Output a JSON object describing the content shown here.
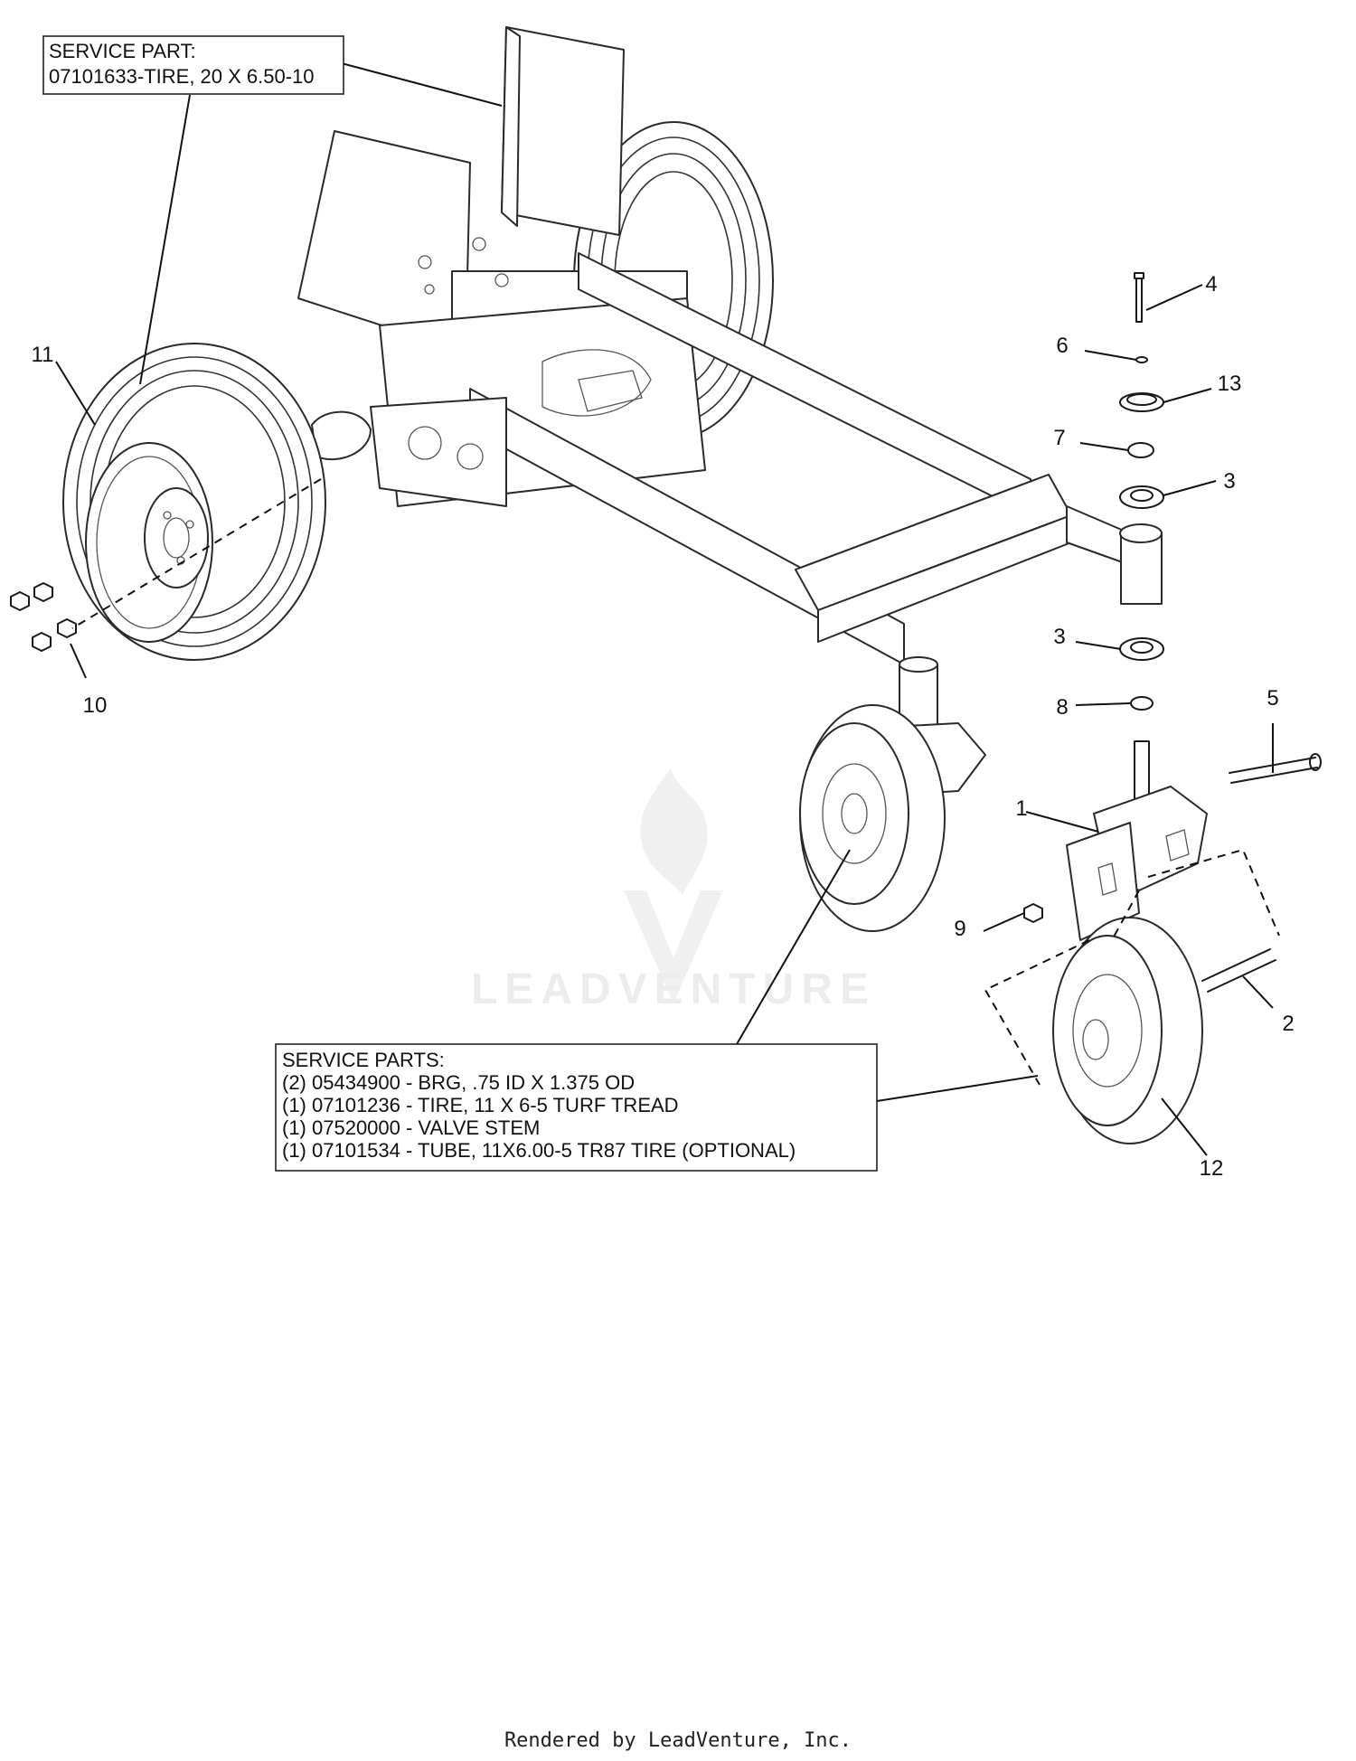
{
  "service_part_box": {
    "line1": "SERVICE PART:",
    "line2": "07101633-TIRE, 20 X 6.50-10"
  },
  "service_parts_box": {
    "title": "SERVICE PARTS:",
    "lines": [
      "(2) 05434900 - BRG, .75 ID X 1.375 OD",
      "(1) 07101236 - TIRE, 11 X 6-5 TURF TREAD",
      "(1) 07520000 - VALVE STEM",
      "(1) 07101534 - TUBE, 11X6.00-5 TR87 TIRE (OPTIONAL)"
    ]
  },
  "callouts": {
    "c1": "1",
    "c2": "2",
    "c3a": "3",
    "c3b": "3",
    "c4": "4",
    "c5": "5",
    "c6": "6",
    "c7": "7",
    "c8": "8",
    "c9": "9",
    "c10": "10",
    "c11": "11",
    "c12": "12",
    "c13": "13"
  },
  "watermark": "LEADVENTURE",
  "footer": "Rendered by LeadVenture, Inc."
}
